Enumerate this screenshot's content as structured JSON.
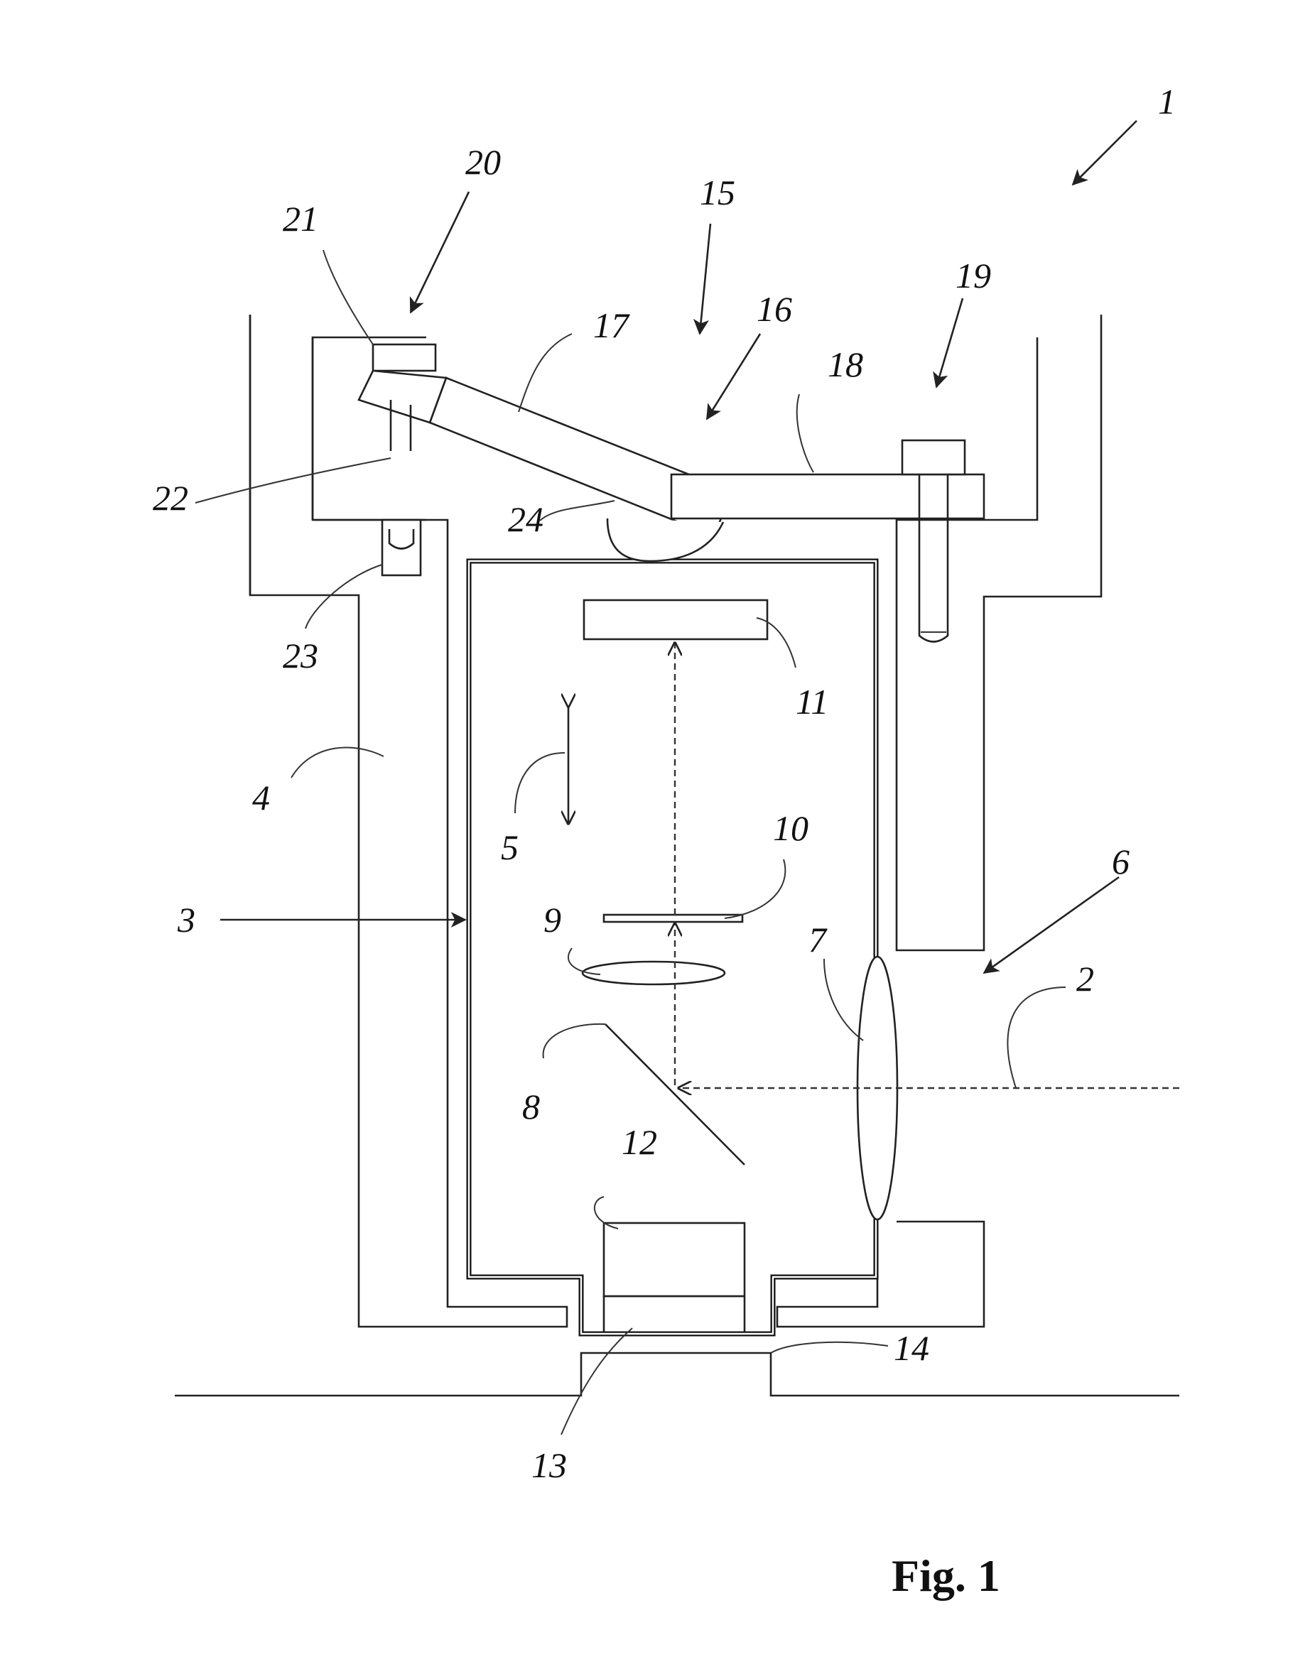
{
  "figure": {
    "caption": "Fig. 1",
    "reference_numerals": {
      "n1": "1",
      "n2": "2",
      "n3": "3",
      "n4": "4",
      "n5": "5",
      "n6": "6",
      "n7": "7",
      "n8": "8",
      "n9": "9",
      "n10": "10",
      "n11": "11",
      "n12": "12",
      "n13": "13",
      "n14": "14",
      "n15": "15",
      "n16": "16",
      "n17": "17",
      "n18": "18",
      "n19": "19",
      "n20": "20",
      "n21": "21",
      "n22": "22",
      "n23": "23",
      "n24": "24"
    }
  }
}
